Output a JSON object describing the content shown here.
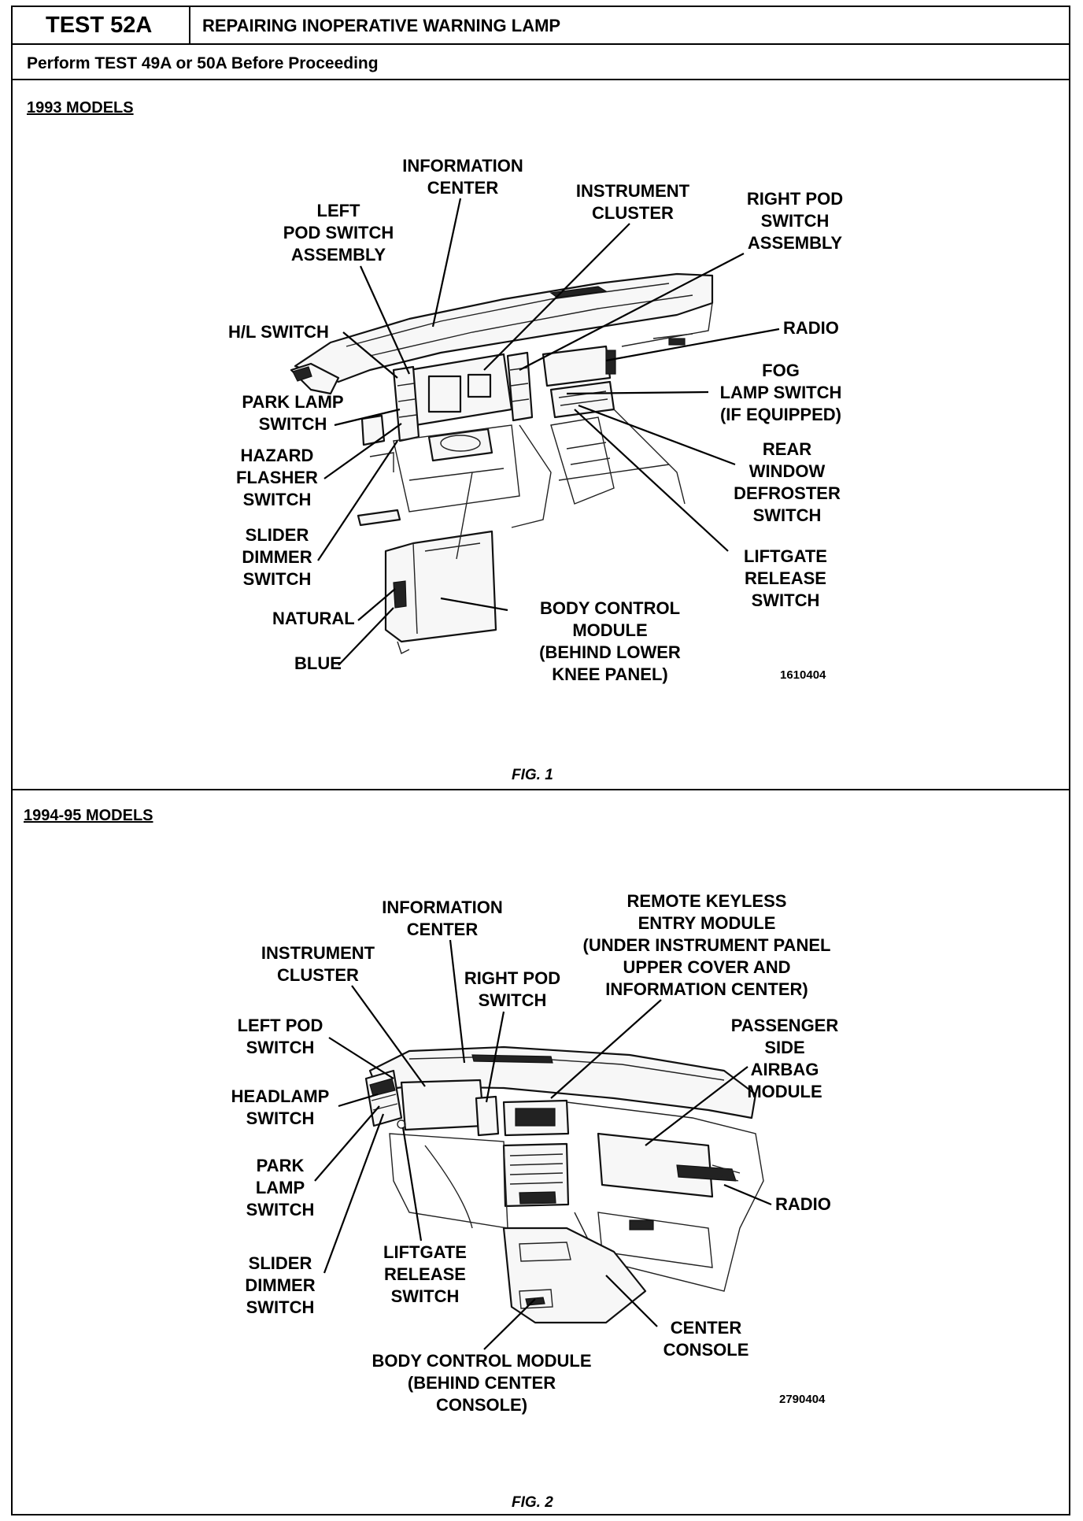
{
  "header": {
    "test_id": "TEST 52A",
    "title": "REPAIRING INOPERATIVE WARNING LAMP",
    "prerequisite": "Perform TEST 49A or 50A Before Proceeding"
  },
  "figure1": {
    "section_label": "1993 MODELS",
    "caption": "FIG. 1",
    "art_code": "1610404",
    "labels": {
      "information_center": [
        "INFORMATION",
        "CENTER"
      ],
      "left_pod_switch": [
        "LEFT",
        "POD SWITCH",
        "ASSEMBLY"
      ],
      "instrument_cluster": [
        "INSTRUMENT",
        "CLUSTER"
      ],
      "right_pod_switch": [
        "RIGHT POD",
        "SWITCH",
        "ASSEMBLY"
      ],
      "hl_switch": [
        "H/L SWITCH"
      ],
      "radio": [
        "RADIO"
      ],
      "fog_lamp_switch": [
        "FOG",
        "LAMP SWITCH",
        "(IF EQUIPPED)"
      ],
      "park_lamp_switch": [
        "PARK LAMP",
        "SWITCH"
      ],
      "hazard_flasher_switch": [
        "HAZARD",
        "FLASHER",
        "SWITCH"
      ],
      "rear_window_defroster_switch": [
        "REAR",
        "WINDOW",
        "DEFROSTER",
        "SWITCH"
      ],
      "slider_dimmer_switch": [
        "SLIDER",
        "DIMMER",
        "SWITCH"
      ],
      "liftgate_release_switch": [
        "LIFTGATE",
        "RELEASE",
        "SWITCH"
      ],
      "natural": [
        "NATURAL"
      ],
      "blue": [
        "BLUE"
      ],
      "body_control_module": [
        "BODY CONTROL",
        "MODULE",
        "(BEHIND LOWER",
        "KNEE PANEL)"
      ]
    }
  },
  "figure2": {
    "section_label": "1994-95 MODELS",
    "caption": "FIG. 2",
    "art_code": "2790404",
    "labels": {
      "information_center": [
        "INFORMATION",
        "CENTER"
      ],
      "remote_keyless_entry_module": [
        "REMOTE KEYLESS",
        "ENTRY MODULE",
        "(UNDER INSTRUMENT PANEL",
        "UPPER COVER AND",
        "INFORMATION CENTER)"
      ],
      "instrument_cluster": [
        "INSTRUMENT",
        "CLUSTER"
      ],
      "right_pod_switch": [
        "RIGHT POD",
        "SWITCH"
      ],
      "left_pod_switch": [
        "LEFT POD",
        "SWITCH"
      ],
      "passenger_side_airbag_module": [
        "PASSENGER",
        "SIDE",
        "AIRBAG",
        "MODULE"
      ],
      "headlamp_switch": [
        "HEADLAMP",
        "SWITCH"
      ],
      "park_lamp_switch": [
        "PARK",
        "LAMP",
        "SWITCH"
      ],
      "radio": [
        "RADIO"
      ],
      "slider_dimmer_switch": [
        "SLIDER",
        "DIMMER",
        "SWITCH"
      ],
      "liftgate_release_switch": [
        "LIFTGATE",
        "RELEASE",
        "SWITCH"
      ],
      "center_console": [
        "CENTER",
        "CONSOLE"
      ],
      "body_control_module": [
        "BODY CONTROL MODULE",
        "(BEHIND CENTER",
        "CONSOLE)"
      ]
    }
  }
}
